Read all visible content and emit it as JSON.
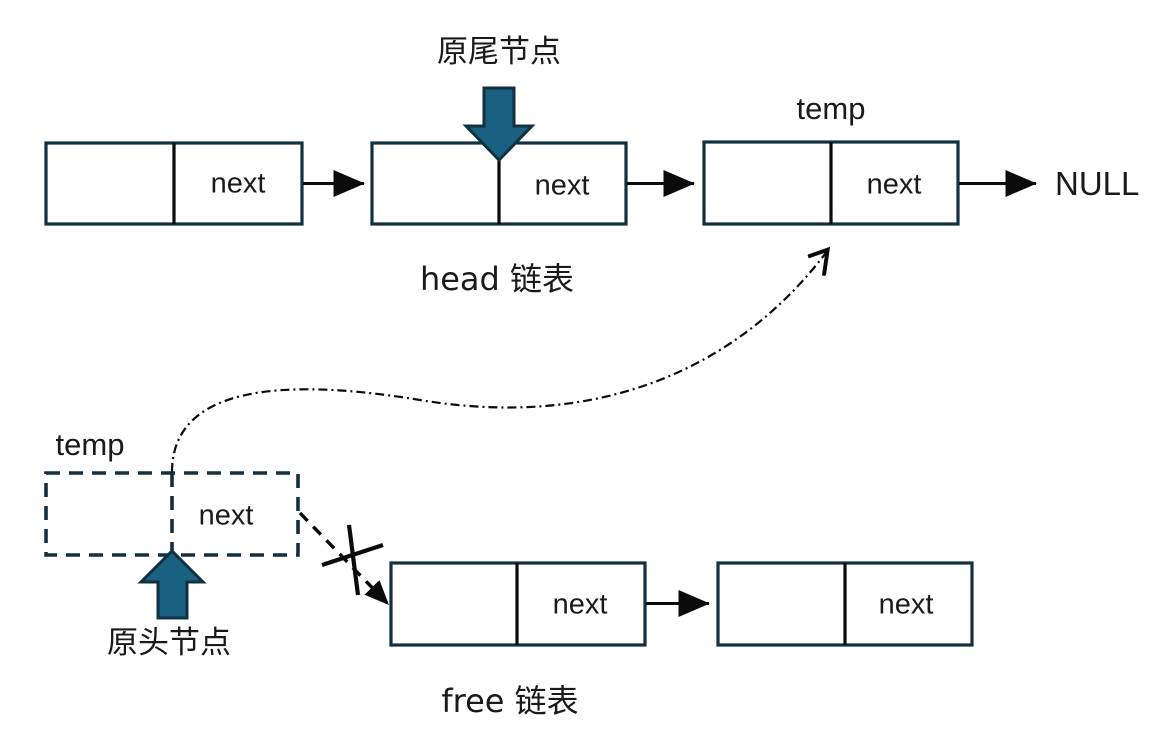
{
  "diagram": {
    "title": "linked-list node transfer between head list and free list",
    "colors": {
      "node_border": "#12303f",
      "divider": "#0b0b0b",
      "block_arrow_fill": "#1a6181",
      "block_arrow_stroke": "#12303f",
      "line": "#0b0b0b",
      "background": "#ffffff"
    },
    "head_list": {
      "caption": "head 链表",
      "nodes": [
        {
          "id": "head-node-1",
          "data_cell": "",
          "next_cell": "next",
          "pointer_label": ""
        },
        {
          "id": "head-node-2",
          "data_cell": "",
          "next_cell": "next",
          "pointer_label": "原尾节点"
        },
        {
          "id": "head-node-3",
          "data_cell": "",
          "next_cell": "next",
          "pointer_label": "temp"
        }
      ],
      "terminator": "NULL"
    },
    "temp_node": {
      "id": "temp-dashed-node",
      "label": "temp",
      "data_cell": "",
      "next_cell": "next",
      "annotation": "原头节点",
      "style": "dashed"
    },
    "free_list": {
      "caption": "free 链表",
      "nodes": [
        {
          "id": "free-node-1",
          "data_cell": "",
          "next_cell": "next"
        },
        {
          "id": "free-node-2",
          "data_cell": "",
          "next_cell": "next"
        }
      ]
    },
    "annotations": {
      "tail_pointer_label": "原尾节点",
      "head_pointer_label": "原头节点",
      "temp_top_label": "temp",
      "temp_bottom_label": "temp",
      "null_label": "NULL",
      "broken_link_marker": "x-cross"
    }
  }
}
